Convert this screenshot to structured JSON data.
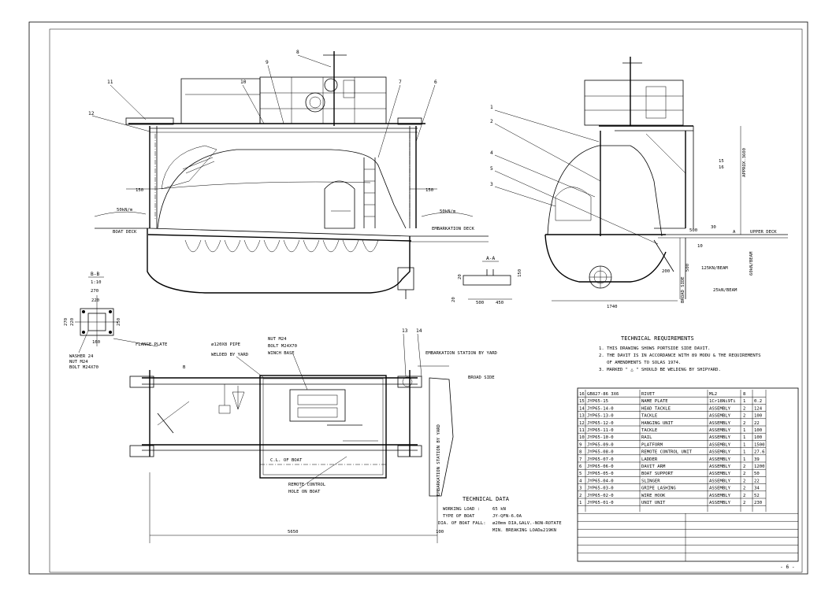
{
  "side_view": {
    "callouts": [
      "11",
      "12",
      "10",
      "9",
      "8",
      "7",
      "6"
    ],
    "dim_150_left": "150",
    "dim_150_right": "150",
    "load_left": "50kN/m",
    "load_right": "50kN/m",
    "boat_deck": "BOAT DECK",
    "embarkation_deck": "EMBARKATION DECK"
  },
  "front_view": {
    "callouts": [
      "1",
      "2",
      "4",
      "5",
      "3"
    ],
    "ref_15_16": "15\n16",
    "approx": "APPROX.3600",
    "upper_deck": "UPPER DECK",
    "dim_500": "500",
    "angle_30": "30",
    "angle_10": "10",
    "dim_200": "200",
    "dim_500b": "500",
    "dim_1740": "1740",
    "broad_side": "BROAD SIDE",
    "load_125": "125KN/BEAM",
    "load_25": "25kN/BEAM",
    "load_60": "60kN/BEAM",
    "label_a": "A"
  },
  "section_aa": {
    "title": "A-A",
    "d20": "20",
    "d150": "150",
    "d20b": "20",
    "d500": "500",
    "d450": "450"
  },
  "section_bb": {
    "title": "B-B",
    "scale": "1:10",
    "d270": "270",
    "d220": "220",
    "d220v": "220",
    "d270v": "270",
    "d250": "250",
    "d160": "160",
    "washer": "WASHER 24",
    "nut": "NUT M24",
    "bolt": "BOLT M24X70",
    "flange_plate": "FLANGE PLATE"
  },
  "plan_view": {
    "pipe": "ø120X8 PIPE",
    "welded": "WELDED BY YARD",
    "nut": "NUT M24",
    "bolt": "BOLT M24X70",
    "winch_base": "WINCH BASE",
    "callout_13": "13",
    "callout_14": "14",
    "emb_station_top": "EMBARKATION STATION BY YARD",
    "broad_side": "BROAD SIDE",
    "emb_station_vert": "EMBARKATION STATION BY YARD",
    "cl_boat": "C.L. OF BOAT",
    "remote1": "REMOTE CONTROL",
    "remote2": "HOLE ON BOAT",
    "dim_5650": "5650",
    "dim_100": "100",
    "label_b": "B"
  },
  "technical_data": {
    "title": "TECHNICAL DATA",
    "rows": [
      {
        "k": "WORKING LOAD :",
        "v": "65 kN"
      },
      {
        "k": "TYPE OF BOAT",
        "v": "JY-QFN-6.0A"
      },
      {
        "k": "DIA. OF BOAT FALL:",
        "v": "ø20mm DIA,GALV.-NON-ROTATE"
      },
      {
        "k": "",
        "v": "MIN. BREAKING LOAD≥219KN"
      }
    ]
  },
  "requirements": {
    "title": "TECHNICAL REQUIREMENTS",
    "lines": [
      "1. THIS DRAWING SHOWS PORTSIDE SIDE DAVIT.",
      "2. THE DAVIT IS IN ACCORDANCE WITH 89 MODU & THE REQUIREMENTS",
      "   OF AMENDMENTS TO SOLAS 1974.",
      "3. MARKED \" △ \" SHOULD BE WELDING BY SHIPYARD."
    ]
  },
  "parts_list": {
    "rows": [
      [
        "16",
        "GB827-86  3X6",
        "RIVET",
        "ML2",
        "8",
        ""
      ],
      [
        "15",
        "JYP65-15",
        "NAME PLATE",
        "1Cr18Ni9Ti",
        "1",
        "0.2"
      ],
      [
        "14",
        "JYP65-14-0",
        "HEAD TACKLE",
        "ASSEMBLY",
        "2",
        "124"
      ],
      [
        "13",
        "JYP65-13-0",
        "TACKLE",
        "ASSEMBLY",
        "2",
        "100"
      ],
      [
        "12",
        "JYP65-12-0",
        "HANGING UNIT",
        "ASSEMBLY",
        "2",
        "22"
      ],
      [
        "11",
        "JYP65-11-0",
        "TACKLE",
        "ASSEMBLY",
        "1",
        "100"
      ],
      [
        "10",
        "JYP65-10-0",
        "RAIL",
        "ASSEMBLY",
        "1",
        "100"
      ],
      [
        "9",
        "JYP65-09-0",
        "PLATFORM",
        "ASSEMBLY",
        "1",
        "1500"
      ],
      [
        "8",
        "JYP65-08-0",
        "REMOTE CONTROL UNIT",
        "ASSEMBLY",
        "1",
        "27.6"
      ],
      [
        "7",
        "JYP65-07-0",
        "LADDER",
        "ASSEMBLY",
        "1",
        "39"
      ],
      [
        "6",
        "JYP65-06-0",
        "DAVIT ARM",
        "ASSEMBLY",
        "2",
        "1200"
      ],
      [
        "5",
        "JYP65-05-0",
        "BOAT SUPPORT",
        "ASSEMBLY",
        "2",
        "50"
      ],
      [
        "4",
        "JYP65-04-0",
        "SLINGER",
        "ASSEMBLY",
        "2",
        "22"
      ],
      [
        "3",
        "JYP65-03-0",
        "GRIPE LASHING",
        "ASSEMBLY",
        "2",
        "34"
      ],
      [
        "2",
        "JYP65-02-0",
        "WIRE HOOK",
        "ASSEMBLY",
        "2",
        "52"
      ],
      [
        "1",
        "JYP65-01-0",
        "UNIT UNIT",
        "ASSEMBLY",
        "2",
        "230"
      ]
    ]
  },
  "page_number": "- 6 -"
}
